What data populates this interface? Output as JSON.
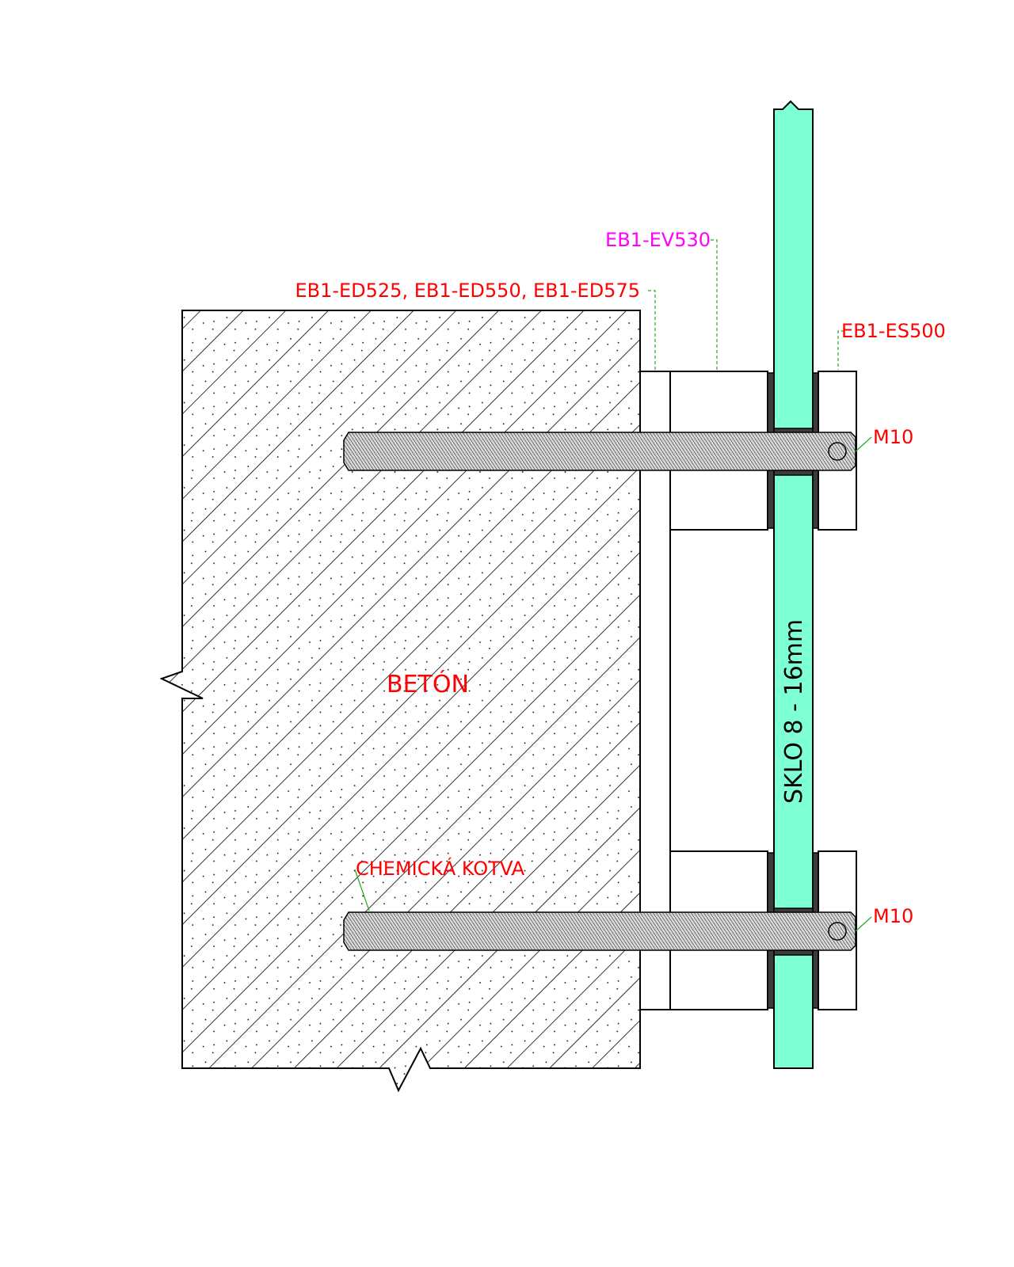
{
  "labels": {
    "concrete": "BETÓN",
    "glass": "SKLO  8 - 16mm",
    "spacer_variants": "EB1-ED525, EB1-ED550, EB1-ED575",
    "standoff": "EB1-EV530",
    "cap": "EB1-ES500",
    "thread_top": "M10",
    "thread_bottom": "M10",
    "anchor": "CHEMICKÁ KOTVA"
  },
  "colors": {
    "background": "#ffffff",
    "outline": "#000000",
    "glass_fill": "#7fffd4",
    "gasket_fill": "#3c3c3c",
    "label_red": "#ff0000",
    "label_magenta": "#ff00ff",
    "leader_green": "#22aa22",
    "rod_fill": "#b8b8b8"
  }
}
